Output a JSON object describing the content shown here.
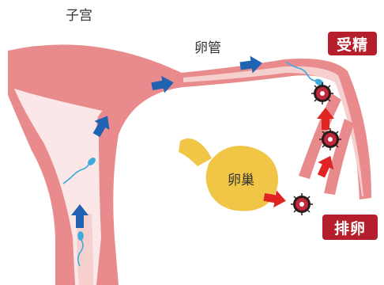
{
  "labels": {
    "uterus": "子宫",
    "fallopian_tube": "卵管",
    "ovary": "卵巢",
    "fertilization": "受精",
    "ovulation": "排卵"
  },
  "colors": {
    "tissue": "#e98b8c",
    "tissue_light": "#f6cfcf",
    "cavity": "#fbe7e7",
    "ovary": "#f1c646",
    "blue_arrow": "#1f63b2",
    "red_arrow": "#e02424",
    "badge": "#b51f2b",
    "sperm": "#3fa9dc",
    "egg": "#c0283b"
  },
  "icons": [
    "sperm-icon",
    "egg-icon",
    "blue-arrow-icon",
    "red-arrow-icon"
  ]
}
